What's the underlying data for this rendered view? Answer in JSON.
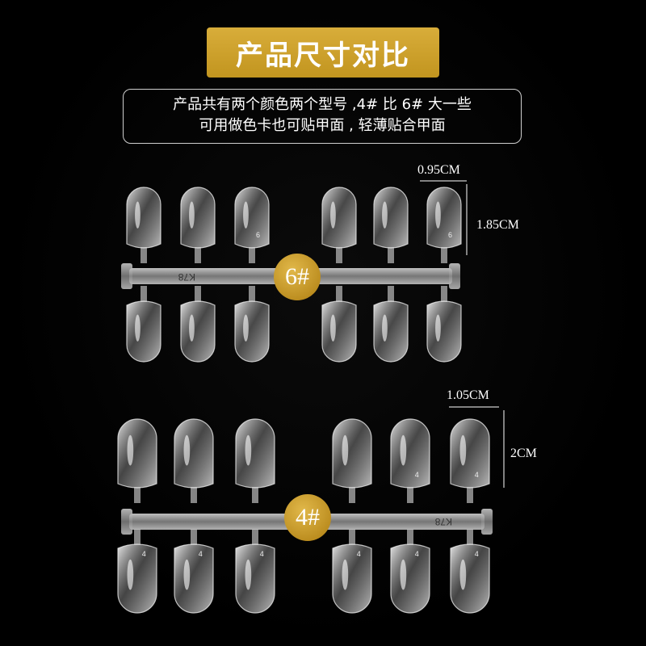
{
  "title": "产品尺寸对比",
  "description": {
    "line1": "产品共有两个颜色两个型号 ,4# 比 6# 大一些",
    "line2": "可用做色卡也可贴甲面 , 轻薄贴合甲面"
  },
  "tray_6": {
    "badge": "6#",
    "width_label": "0.95CM",
    "height_label": "1.85CM",
    "tip_mark": "6",
    "tray_mark": "K78"
  },
  "tray_4": {
    "badge": "4#",
    "width_label": "1.05CM",
    "height_label": "2CM",
    "tip_mark": "4",
    "tray_mark": "K78"
  },
  "colors": {
    "banner": "#c9a02a",
    "badge": "#c9a02a",
    "background": "#000000"
  }
}
